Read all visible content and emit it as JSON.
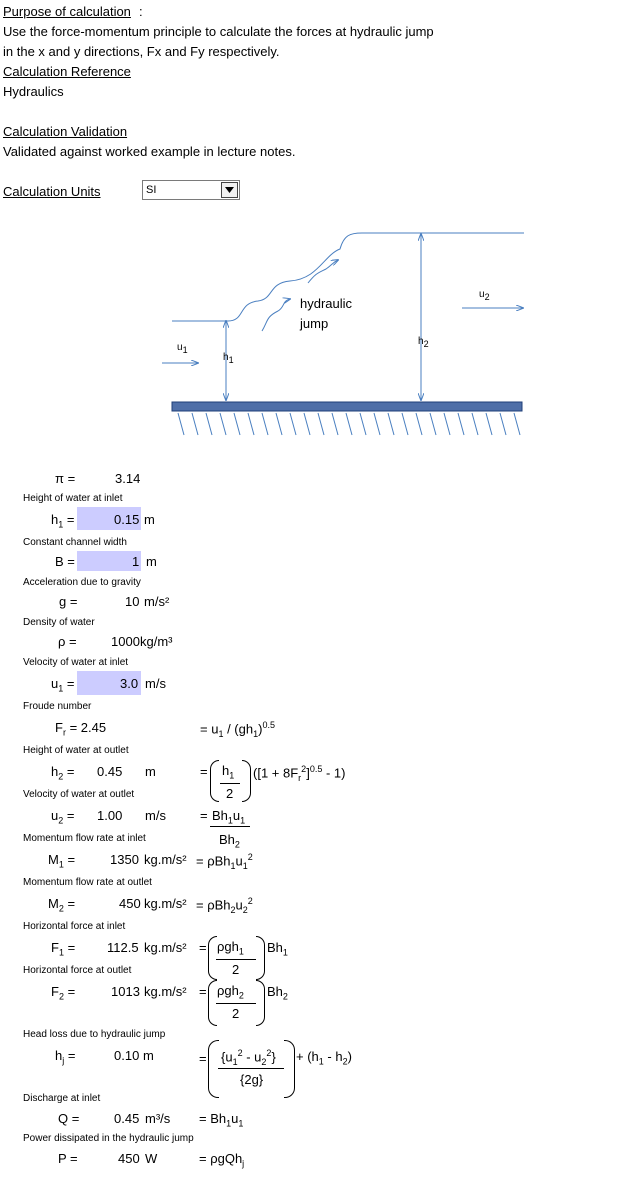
{
  "header": {
    "purpose_heading": "Purpose of calculation",
    "purpose_colon": ":",
    "purpose_line1": "Use the force-momentum principle to calculate the forces at hydraulic jump",
    "purpose_line2": "in the x and y directions, Fx and Fy respectively.",
    "reference_heading": "Calculation Reference",
    "reference_text": "Hydraulics",
    "validation_heading": "Calculation Validation",
    "validation_text": "Validated against worked example in lecture notes.",
    "units_heading": "Calculation Units",
    "units_value": "SI"
  },
  "diagram": {
    "jump_label_1": "hydraulic",
    "jump_label_2": "jump",
    "u1": "u",
    "u1_sub": "1",
    "h1": "h",
    "h1_sub": "1",
    "u2": "u",
    "u2_sub": "2",
    "h2": "h",
    "h2_sub": "2"
  },
  "pi": {
    "label": "π =",
    "value": "3.14"
  },
  "h1": {
    "desc": "Height of water at inlet",
    "sym": "h",
    "sub": "1",
    "eq": " =",
    "value": "0.15",
    "unit": "m"
  },
  "B": {
    "desc": "Constant channel width",
    "label": "B =",
    "value": "1",
    "unit": "m"
  },
  "g": {
    "desc": "Acceleration due to gravity",
    "label": "g =",
    "value": "10",
    "unit": "m/s²"
  },
  "rho": {
    "desc": "Density of water",
    "label": "ρ =",
    "value": "1000",
    "unit": "kg/m³"
  },
  "u1": {
    "desc": "Velocity of water at inlet",
    "sym": "u",
    "sub": "1",
    "eq": " =",
    "value": "3.0",
    "unit": "m/s"
  },
  "Fr": {
    "desc": "Froude number",
    "sym": "F",
    "sub": "r",
    "eq": " = 2.45",
    "f_pre": "= u",
    "f_sub1": "1",
    "f_mid": " / (gh",
    "f_sub2": "1",
    "f_post": ")",
    "f_sup": "0.5"
  },
  "h2": {
    "desc": "Height of water at outlet",
    "sym": "h",
    "sub": "2",
    "eq": " =",
    "value": "0.45",
    "unit": "m",
    "f_eq": "=",
    "f_num": "h",
    "f_num_sub": "1",
    "f_den": "2",
    "f_rest_a": "([1 + 8F",
    "f_rest_sub": "r",
    "f_rest_sup": "2",
    "f_rest_b": "]",
    "f_rest_sup2": "0.5",
    "f_rest_c": " - 1)"
  },
  "u2": {
    "desc": "Velocity of water at outlet",
    "sym": "u",
    "sub": "2",
    "eq": " =",
    "value": "1.00",
    "unit": "m/s",
    "f_eq": "=",
    "f_num": "Bh",
    "f_num_sub1": "1",
    "f_num_b": "u",
    "f_num_sub2": "1",
    "f_den": "Bh",
    "f_den_sub": "2"
  },
  "M1": {
    "desc": "Momentum flow rate at inlet",
    "sym": "M",
    "sub": "1",
    "eq": " =",
    "value": "1350",
    "unit": "kg.m/s²",
    "f_a": "= ρBh",
    "f_sub1": "1",
    "f_b": "u",
    "f_sub2": "1",
    "f_sup": "2"
  },
  "M2": {
    "desc": "Momentum flow rate at outlet",
    "sym": "M",
    "sub": "2",
    "eq": " =",
    "value": "450",
    "unit": "kg.m/s²",
    "f_a": "= ρBh",
    "f_sub1": "2",
    "f_b": "u",
    "f_sub2": "2",
    "f_sup": "2"
  },
  "F1": {
    "desc": "Horizontal force at inlet",
    "sym": "F",
    "sub": "1",
    "eq": " =",
    "value": "112.5",
    "unit": "kg.m/s²",
    "f_eq": "=",
    "f_num": "ρgh",
    "f_num_sub": "1",
    "f_den": "2",
    "f_after": "Bh",
    "f_after_sub": "1"
  },
  "F2": {
    "desc": "Horizontal force at outlet",
    "sym": "F",
    "sub": "2",
    "eq": " =",
    "value": "1013",
    "unit": "kg.m/s²",
    "f_eq": "=",
    "f_num": "ρgh",
    "f_num_sub": "2",
    "f_den": "2",
    "f_after": "Bh",
    "f_after_sub": "2"
  },
  "hj": {
    "desc": "Head loss due to hydraulic jump",
    "sym": "h",
    "sub": "j",
    "eq": " =",
    "value": "0.10",
    "unit": "m",
    "f_eq": "=",
    "f_num_a": "{u",
    "f_num_sub1": "1",
    "f_num_sup1": "2",
    "f_num_b": " - u",
    "f_num_sub2": "2",
    "f_num_sup2": "2",
    "f_num_c": "}",
    "f_den": "{2g}",
    "f_after_a": "+ (h",
    "f_after_sub1": "1",
    "f_after_b": " - h",
    "f_after_sub2": "2",
    "f_after_c": ")"
  },
  "Q": {
    "desc": "Discharge at inlet",
    "label": "Q =",
    "value": "0.45",
    "unit": "m³/s",
    "f_a": "= Bh",
    "f_sub1": "1",
    "f_b": "u",
    "f_sub2": "1"
  },
  "P": {
    "desc": "Power dissipated in the hydraulic jump",
    "label": "P =",
    "value": "450",
    "unit": "W",
    "f_a": "= ρgQh",
    "f_sub": "j"
  },
  "colors": {
    "input_highlight": "#ccccff",
    "channel_bed": "#4f6fa8",
    "water_line": "#4a7fc0"
  }
}
